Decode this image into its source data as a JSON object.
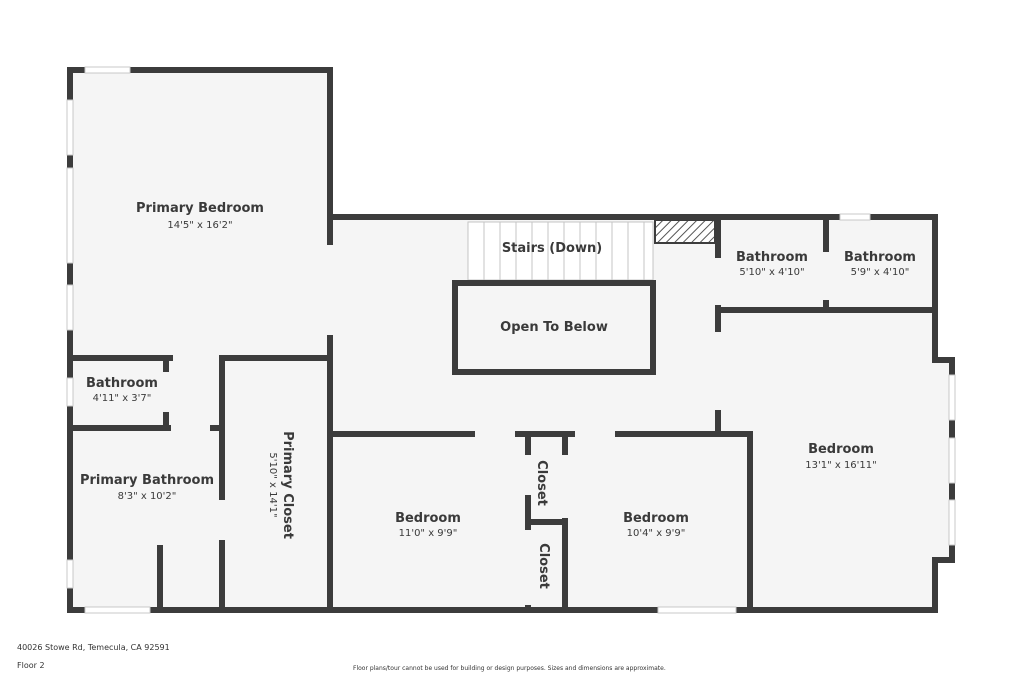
{
  "rooms": {
    "primary_bedroom": {
      "name": "Primary Bedroom",
      "dims": "14'5\" x 16'2\""
    },
    "stairs": {
      "name": "Stairs (Down)"
    },
    "open_to_below": {
      "name": "Open To Below"
    },
    "bathroom_1": {
      "name": "Bathroom",
      "dims": "5'10\" x 4'10\""
    },
    "bathroom_2": {
      "name": "Bathroom",
      "dims": "5'9\" x 4'10\""
    },
    "bathroom_3": {
      "name": "Bathroom",
      "dims": "4'11\" x 3'7\""
    },
    "primary_bathroom": {
      "name": "Primary Bathroom",
      "dims": "8'3\" x 10'2\""
    },
    "primary_closet": {
      "name": "Primary Closet",
      "dims": "5'10\" x 14'1\""
    },
    "bedroom_1": {
      "name": "Bedroom",
      "dims": "11'0\" x 9'9\""
    },
    "bedroom_2": {
      "name": "Bedroom",
      "dims": "10'4\" x 9'9\""
    },
    "bedroom_3": {
      "name": "Bedroom",
      "dims": "13'1\" x 16'11\""
    },
    "closet_1": {
      "name": "Closet"
    },
    "closet_2": {
      "name": "Closet"
    }
  },
  "footer": {
    "address": "40026 Stowe Rd, Temecula, CA 92591",
    "floor": "Floor 2",
    "disclaimer": "Floor plans/tour cannot be used for building or design purposes. Sizes and dimensions are approximate."
  }
}
